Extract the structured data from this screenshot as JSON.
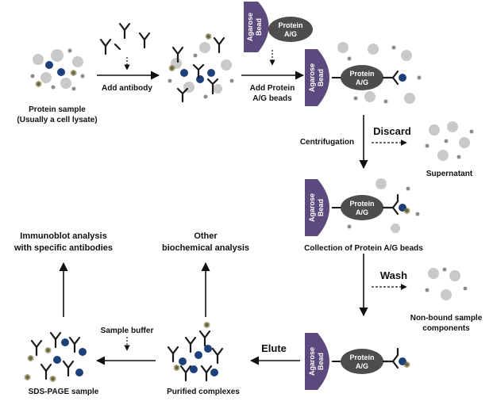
{
  "labels": {
    "protein_sample_1": "Protein sample",
    "protein_sample_2": "(Usually a cell lysate)",
    "add_antibody": "Add antibody",
    "add_beads_1": "Add Protein",
    "add_beads_2": "A/G beads",
    "centrifugation": "Centrifugation",
    "discard": "Discard",
    "supernatant": "Supernatant",
    "collection": "Collection of Protein A/G beads",
    "wash": "Wash",
    "nonbound_1": "Non-bound sample",
    "nonbound_2": "components",
    "elute": "Elute",
    "purified": "Purified complexes",
    "sample_buffer": "Sample buffer",
    "sds_page": "SDS-PAGE sample",
    "immunoblot_1": "Immunoblot analysis",
    "immunoblot_2": "with specific antibodies",
    "other_1": "Other",
    "other_2": "biochemical analysis"
  },
  "bead": {
    "line1": "Agarose",
    "line2": "Bead"
  },
  "protein": {
    "line1": "Protein",
    "line2": "A/G"
  },
  "colors": {
    "bead": "#5c4a7e",
    "protein_ag": "#4d4d4d",
    "target_protein": "#1d3f7a",
    "other_protein": "#c9c9c9",
    "small_particle": "#8c8c8c",
    "antigen_star": "#6b6233",
    "antibody": "#1a1a1a"
  },
  "icons": [
    "agarose-bead",
    "protein-ag",
    "antibody-y",
    "target-protein-dot",
    "star-antigen",
    "arrow"
  ]
}
